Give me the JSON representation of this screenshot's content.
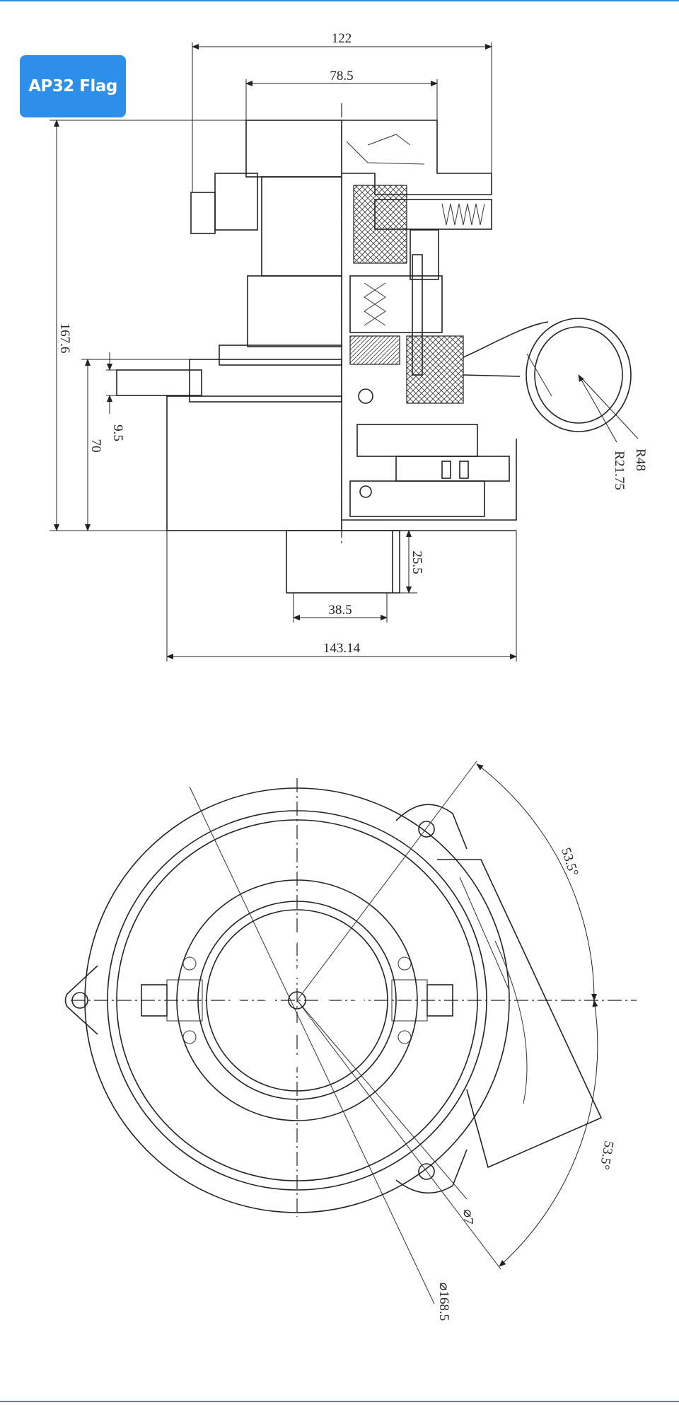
{
  "badge": {
    "label": "AP32 Flag"
  },
  "accent_color": "#2e8fea",
  "side_view": {
    "dims": {
      "width_total": "122",
      "width_upper": "78.5",
      "height_total": "167.6",
      "height_lower": "70",
      "flange_step": "9.5",
      "radius_outlet": "R21.75",
      "radius_outer": "R48",
      "shaft_height": "25.5",
      "shaft_width": "38.5",
      "base_width": "143.14"
    }
  },
  "top_view": {
    "dims": {
      "angle_upper": "53.5°",
      "angle_lower": "53.5°",
      "hole_dia": "⌀7",
      "outer_dia": "⌀168.5"
    }
  }
}
